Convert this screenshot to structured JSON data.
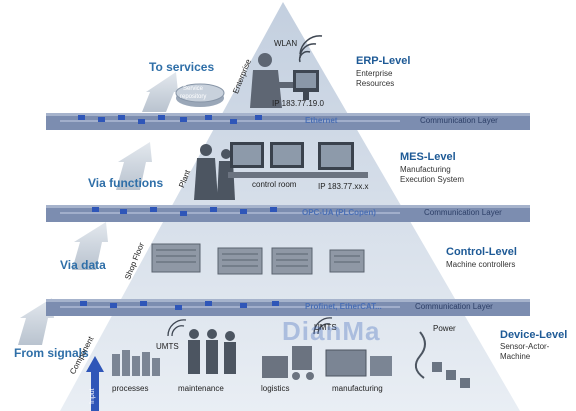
{
  "flow_labels": {
    "to_services": "To services",
    "via_functions": "Via functions",
    "via_data": "Via data",
    "from_signals": "From signals"
  },
  "levels": {
    "erp": {
      "title": "ERP-Level",
      "desc_1": "Enterprise",
      "desc_2": "Resources"
    },
    "mes": {
      "title": "MES-Level",
      "desc_1": "Manufacturing",
      "desc_2": "Execution System"
    },
    "control": {
      "title": "Control-Level",
      "desc_1": "Machine controllers"
    },
    "device": {
      "title": "Device-Level",
      "desc_1": "Sensor-Actor-",
      "desc_2": "Machine"
    }
  },
  "bands": {
    "b1": {
      "protocol": "Ethernet",
      "layer": "Communication Layer"
    },
    "b2": {
      "protocol": "OPC-UA (PLCopen)",
      "layer": "Communication Layer"
    },
    "b3": {
      "protocol": "Profinet, EtherCAT...",
      "layer": "Communication Layer"
    }
  },
  "labels": {
    "wlan": "WLAN",
    "enterprise": "Enterprise",
    "service_repository_1": "Service",
    "service_repository_2": "repository",
    "ip_top": "IP 183.77.19.0",
    "plant": "Plant",
    "control_room": "control room",
    "ip_mid": "IP 183.77.xx.x",
    "shop_floor": "Shop Floor",
    "component": "Component",
    "umts_left": "UMTS",
    "umts_right": "UMTS",
    "power": "Power",
    "input": "Input",
    "processes": "processes",
    "maintenance": "maintenance",
    "logistics": "logistics",
    "manufacturing": "manufacturing"
  },
  "watermark": "DianMa",
  "colors": {
    "pyramid_top": "#c9d4e3",
    "pyramid_bottom": "#e6ecf3",
    "band": "#7c8db0",
    "band_node": "#2f56b8",
    "label_blue": "#2f6fa8",
    "title_blue": "#1e5a96"
  }
}
